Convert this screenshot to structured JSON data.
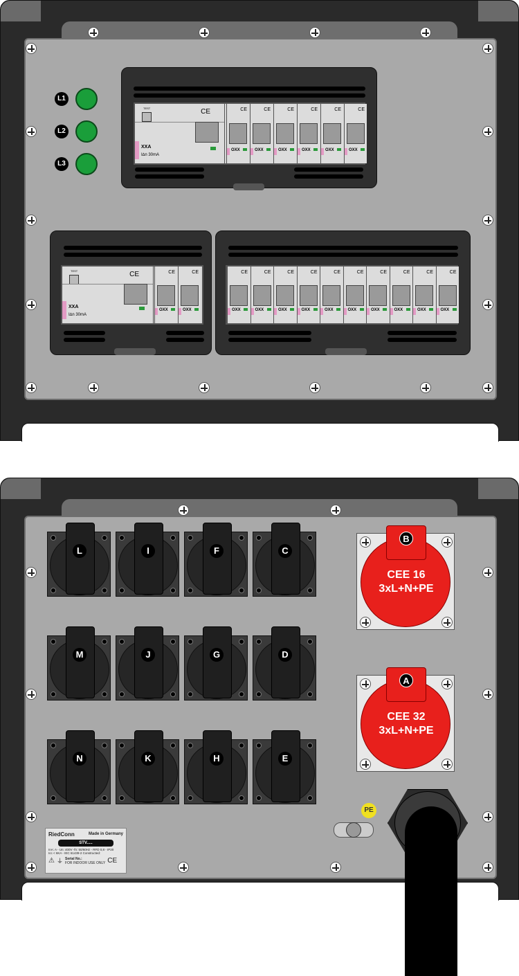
{
  "indicators": [
    {
      "label": "L1",
      "color": "#1a9e3a"
    },
    {
      "label": "L2",
      "color": "#1a9e3a"
    },
    {
      "label": "L3",
      "color": "#1a9e3a"
    }
  ],
  "rcd": {
    "test": "TEST",
    "ce": "CE",
    "rating": "XXA",
    "sens": "I∆n 30mA"
  },
  "mcb": {
    "ce": "CE",
    "rating": "OXX"
  },
  "sockets": [
    [
      "L",
      "I",
      "F",
      "C"
    ],
    [
      "M",
      "J",
      "G",
      "D"
    ],
    [
      "N",
      "K",
      "H",
      "E"
    ]
  ],
  "cee": [
    {
      "letter": "B",
      "line1": "CEE 16",
      "line2": "3xL+N+PE"
    },
    {
      "letter": "A",
      "line1": "CEE 32",
      "line2": "3xL+N+PE"
    }
  ],
  "pe_label": "PE",
  "plate": {
    "brand": "RiedConn",
    "made": "Made in Germany",
    "model": "STV.....",
    "spec1": "InA: A - Un: 400V -fn: 50/60Hz - RFD 0,8 - IP20",
    "spec2": "Icc < 6KA - IEC 61439-2 Constructed:",
    "serial": "Serial No.:",
    "indoor": "FOR INDOOR USE ONLY",
    "ce": "CE"
  }
}
